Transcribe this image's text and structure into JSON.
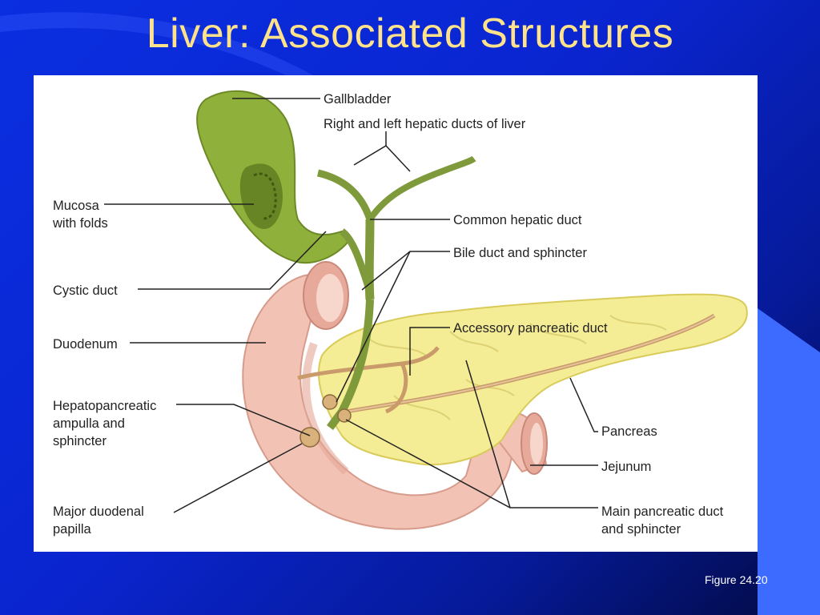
{
  "slide": {
    "title": "Liver: Associated Structures",
    "caption": "Figure 24.20"
  },
  "diagram": {
    "labels": {
      "gallbladder": "Gallbladder",
      "hepatic_ducts": "Right and left hepatic ducts of liver",
      "mucosa_line1": "Mucosa",
      "mucosa_line2": "with folds",
      "common_hepatic": "Common hepatic duct",
      "bile_duct": "Bile duct and sphincter",
      "cystic_duct": "Cystic duct",
      "accessory_pancreatic": "Accessory pancreatic duct",
      "duodenum": "Duodenum",
      "hepatopancreatic_line1": "Hepatopancreatic",
      "hepatopancreatic_line2": "ampulla and",
      "hepatopancreatic_line3": "sphincter",
      "pancreas": "Pancreas",
      "jejunum": "Jejunum",
      "papilla_line1": "Major duodenal",
      "papilla_line2": "papilla",
      "main_pancreatic_line1": "Main pancreatic duct",
      "main_pancreatic_line2": "and sphincter"
    }
  },
  "colors": {
    "background": "#0a2fe0",
    "title": "#ffe28a",
    "gallbladder": "#8fb03a",
    "duct": "#7e9a3a",
    "pancreas": "#f5ec96",
    "duodenum": "#f2c3b5",
    "pancreatic_duct": "#c99a6a"
  }
}
